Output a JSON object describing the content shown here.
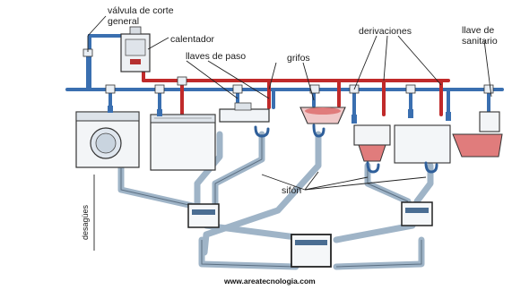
{
  "labels": {
    "valve": "válvula de corte\ngeneral",
    "heater": "calentador",
    "stop_valves": "llaves de paso",
    "taps": "grifos",
    "branches": "derivaciones",
    "sanitary_valve": "llave de\nsanitario",
    "trap": "sifón",
    "drains": "desagües"
  },
  "credit": "www.areatecnologia.com",
  "colors": {
    "cold_water": "#3a6fb0",
    "hot_water": "#c02a2a",
    "drain_pipe": "#a9bccd",
    "fixture": "#e8eef4",
    "sink_pink": "#e07c7c"
  }
}
